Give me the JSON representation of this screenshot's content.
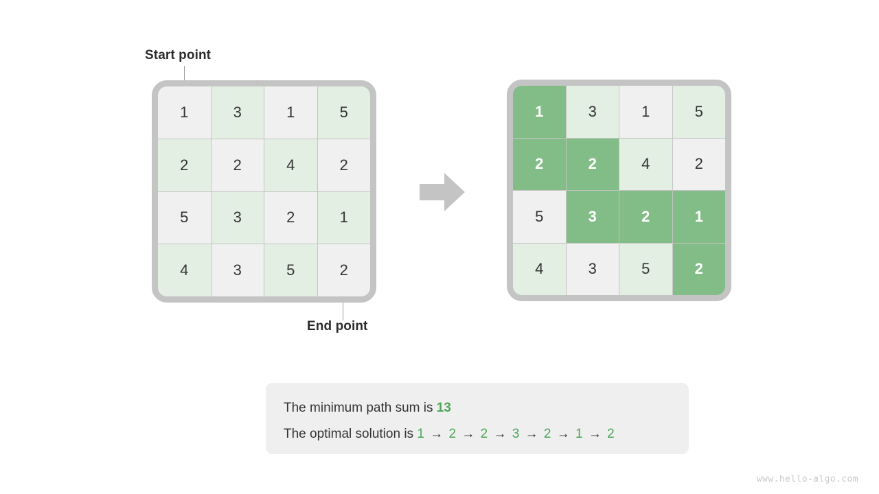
{
  "labels": {
    "start": "Start point",
    "end": "End point"
  },
  "icons": {
    "transform_arrow": "arrow-right-icon"
  },
  "colors": {
    "frame": "#c4c4c4",
    "cell_gray": "#f0f0f0",
    "cell_green_tint": "#e3efe2",
    "cell_highlight": "#82bc86",
    "highlight_text": "#ffffff",
    "accent_green": "#4ca758",
    "text": "#333333",
    "panel_bg": "#efefef",
    "watermark": "#c9c9c9"
  },
  "grids": [
    {
      "name": "input-grid",
      "rows": [
        [
          {
            "value": "1",
            "tint": "gray",
            "highlight": false
          },
          {
            "value": "3",
            "tint": "green",
            "highlight": false
          },
          {
            "value": "1",
            "tint": "gray",
            "highlight": false
          },
          {
            "value": "5",
            "tint": "green",
            "highlight": false
          }
        ],
        [
          {
            "value": "2",
            "tint": "green",
            "highlight": false
          },
          {
            "value": "2",
            "tint": "gray",
            "highlight": false
          },
          {
            "value": "4",
            "tint": "green",
            "highlight": false
          },
          {
            "value": "2",
            "tint": "gray",
            "highlight": false
          }
        ],
        [
          {
            "value": "5",
            "tint": "gray",
            "highlight": false
          },
          {
            "value": "3",
            "tint": "green",
            "highlight": false
          },
          {
            "value": "2",
            "tint": "gray",
            "highlight": false
          },
          {
            "value": "1",
            "tint": "green",
            "highlight": false
          }
        ],
        [
          {
            "value": "4",
            "tint": "green",
            "highlight": false
          },
          {
            "value": "3",
            "tint": "gray",
            "highlight": false
          },
          {
            "value": "5",
            "tint": "green",
            "highlight": false
          },
          {
            "value": "2",
            "tint": "gray",
            "highlight": false
          }
        ]
      ]
    },
    {
      "name": "solution-grid",
      "rows": [
        [
          {
            "value": "1",
            "tint": "gray",
            "highlight": true
          },
          {
            "value": "3",
            "tint": "green",
            "highlight": false
          },
          {
            "value": "1",
            "tint": "gray",
            "highlight": false
          },
          {
            "value": "5",
            "tint": "green",
            "highlight": false
          }
        ],
        [
          {
            "value": "2",
            "tint": "green",
            "highlight": true
          },
          {
            "value": "2",
            "tint": "gray",
            "highlight": true
          },
          {
            "value": "4",
            "tint": "green",
            "highlight": false
          },
          {
            "value": "2",
            "tint": "gray",
            "highlight": false
          }
        ],
        [
          {
            "value": "5",
            "tint": "gray",
            "highlight": false
          },
          {
            "value": "3",
            "tint": "green",
            "highlight": true
          },
          {
            "value": "2",
            "tint": "gray",
            "highlight": true
          },
          {
            "value": "1",
            "tint": "green",
            "highlight": true
          }
        ],
        [
          {
            "value": "4",
            "tint": "green",
            "highlight": false
          },
          {
            "value": "3",
            "tint": "gray",
            "highlight": false
          },
          {
            "value": "5",
            "tint": "green",
            "highlight": false
          },
          {
            "value": "2",
            "tint": "gray",
            "highlight": true
          }
        ]
      ]
    }
  ],
  "result": {
    "line1_prefix": "The minimum path sum is ",
    "min_path_sum": "13",
    "line2_prefix": "The optimal solution is ",
    "path_values": [
      "1",
      "2",
      "2",
      "3",
      "2",
      "1",
      "2"
    ],
    "path_separator": "→"
  },
  "watermark": "www.hello-algo.com",
  "chart_data": {
    "type": "heatmap",
    "title": "Minimum path sum on a 4x4 grid",
    "grid_size": [
      4,
      4
    ],
    "values": [
      [
        1,
        3,
        1,
        5
      ],
      [
        2,
        2,
        4,
        2
      ],
      [
        5,
        3,
        2,
        1
      ],
      [
        4,
        3,
        5,
        2
      ]
    ],
    "start_cell": [
      0,
      0
    ],
    "end_cell": [
      3,
      3
    ],
    "optimal_path_cells": [
      [
        0,
        0
      ],
      [
        1,
        0
      ],
      [
        1,
        1
      ],
      [
        2,
        1
      ],
      [
        2,
        2
      ],
      [
        2,
        3
      ],
      [
        3,
        3
      ]
    ],
    "optimal_path_values": [
      1,
      2,
      2,
      3,
      2,
      1,
      2
    ],
    "minimum_path_sum": 13
  }
}
